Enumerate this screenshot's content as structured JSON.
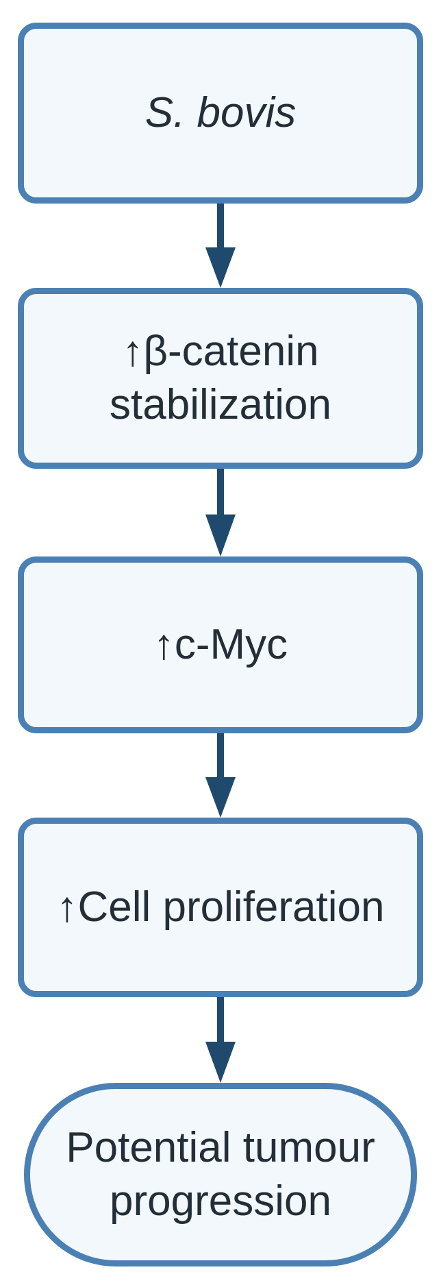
{
  "diagram_type": "vertical-flowchart",
  "colors": {
    "background": "#ffffff",
    "node_border": "#4a80b4",
    "node_fill": "#f3f8fd",
    "arrow": "#1f4a6d",
    "text": "#232e38"
  },
  "nodes": [
    {
      "id": "s-bovis",
      "label": "S. bovis",
      "shape": "rounded-rectangle",
      "text_style": "italic"
    },
    {
      "id": "beta-catenin-stabilization",
      "label": "↑β-catenin stabilization",
      "shape": "rounded-rectangle",
      "text_style": "normal"
    },
    {
      "id": "c-myc",
      "label": "↑c-Myc",
      "shape": "rounded-rectangle",
      "text_style": "normal"
    },
    {
      "id": "cell-proliferation",
      "label": "↑Cell proliferation",
      "shape": "rounded-rectangle",
      "text_style": "normal"
    },
    {
      "id": "potential-tumour-progression",
      "label": "Potential tumour progression",
      "shape": "stadium",
      "text_style": "normal"
    }
  ],
  "edges": [
    {
      "from": "s-bovis",
      "to": "beta-catenin-stabilization",
      "direction": "down"
    },
    {
      "from": "beta-catenin-stabilization",
      "to": "c-myc",
      "direction": "down"
    },
    {
      "from": "c-myc",
      "to": "cell-proliferation",
      "direction": "down"
    },
    {
      "from": "cell-proliferation",
      "to": "potential-tumour-progression",
      "direction": "down"
    }
  ]
}
